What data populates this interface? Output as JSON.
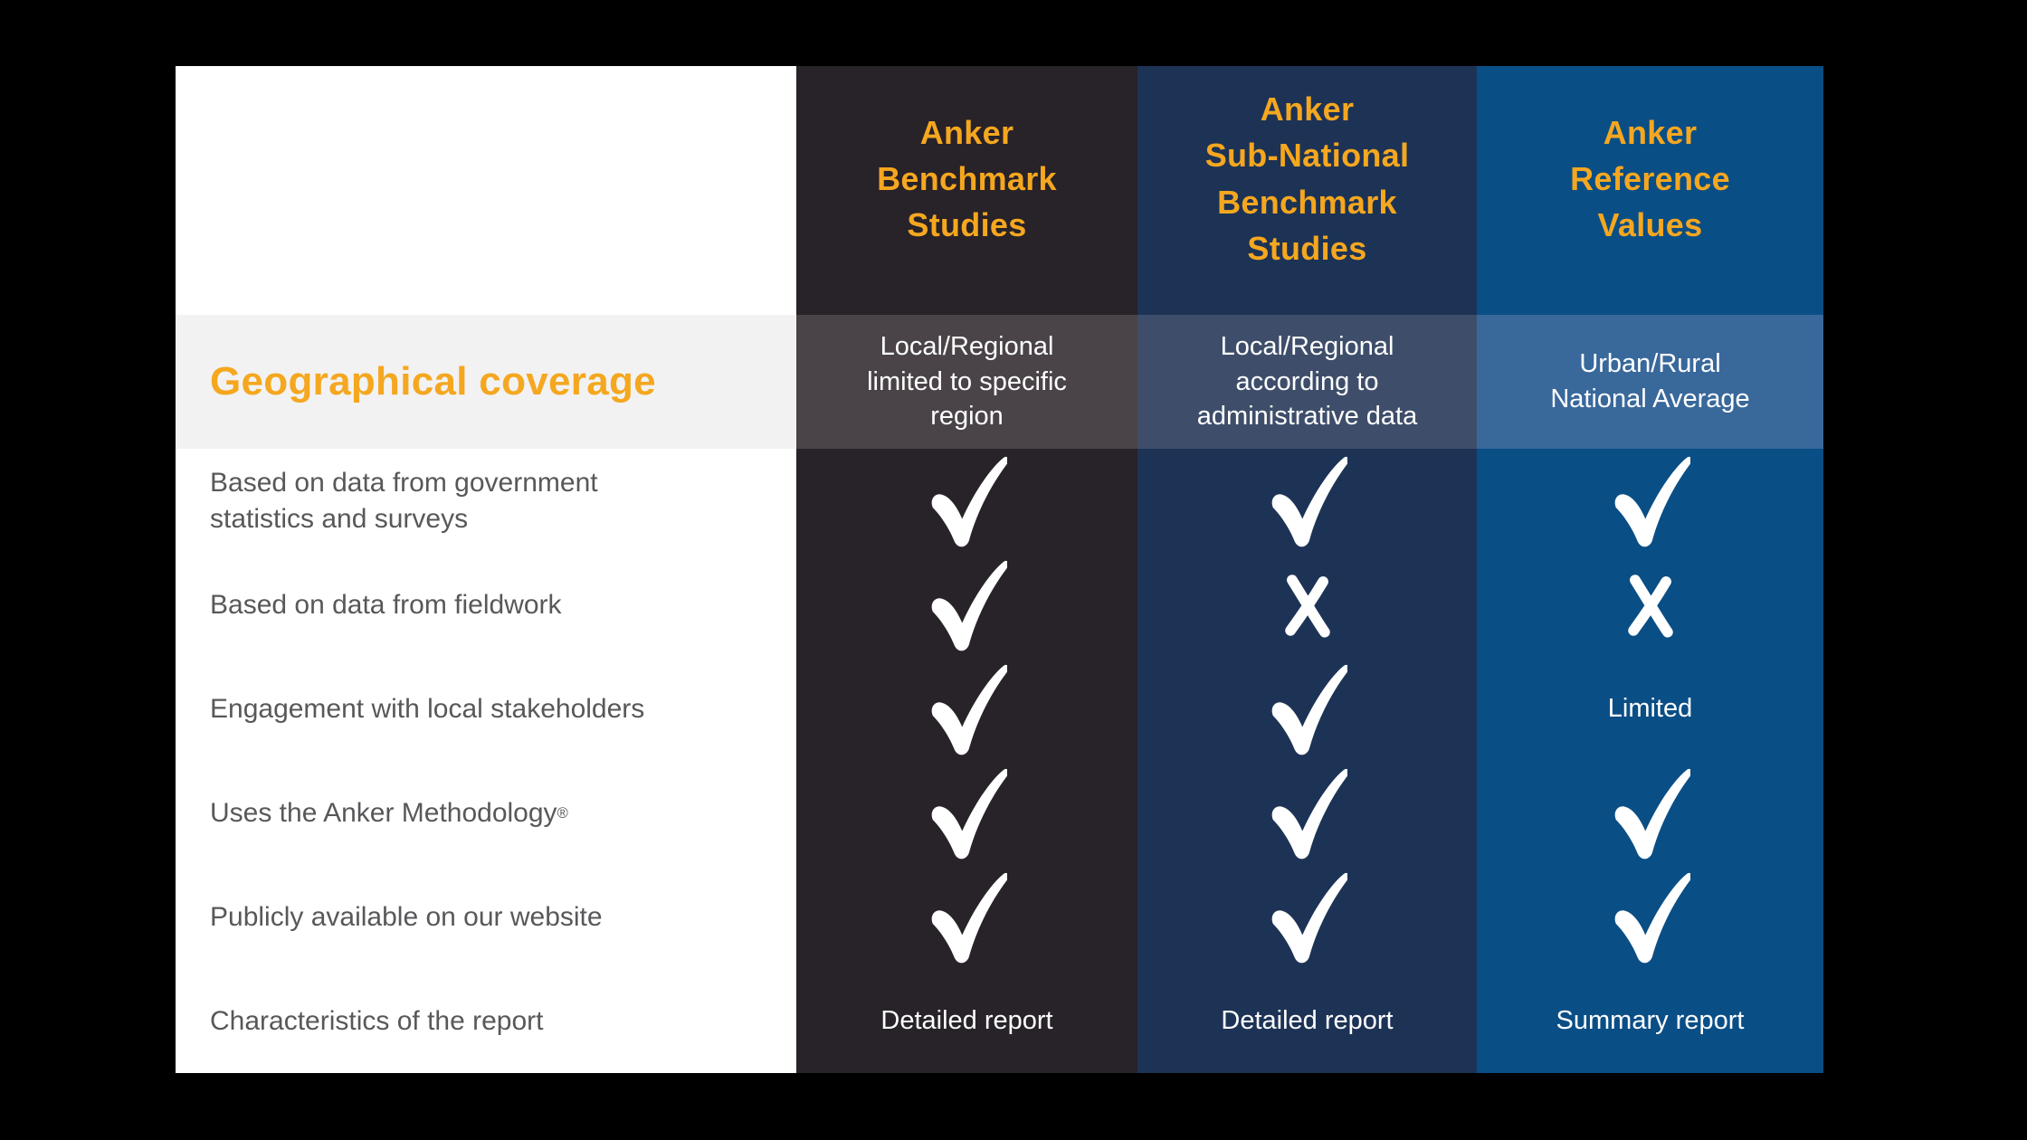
{
  "colors": {
    "page_background": "#000000",
    "accent_orange": "#f5a71f",
    "column_benchmark": "#282229",
    "column_subnational": "#1d3356",
    "column_reference": "#0a4e86",
    "geo_row_label_bg": "#f2f2f2",
    "geo_row_benchmark_bg": "#4a4448",
    "geo_row_subnational_bg": "#3e4e6a",
    "geo_row_reference_bg": "#39689b",
    "row_label_text": "#58585b",
    "cell_text": "#ffffff"
  },
  "table": {
    "columns": [
      {
        "title": "Anker\nBenchmark\nStudies"
      },
      {
        "title": "Anker\nSub-National\nBenchmark\nStudies"
      },
      {
        "title": "Anker\nReference\nValues"
      }
    ],
    "geo_row": {
      "label": "Geographical coverage",
      "cells": [
        "Local/Regional\nlimited to specific\nregion",
        "Local/Regional\naccording to\nadministrative data",
        "Urban/Rural\nNational Average"
      ]
    },
    "rows": [
      {
        "label": "Based on data from government\nstatistics and surveys",
        "suffix": "",
        "cells": [
          "check",
          "check",
          "check"
        ]
      },
      {
        "label": "Based on data from fieldwork",
        "suffix": "",
        "cells": [
          "check",
          "x",
          "x"
        ]
      },
      {
        "label": "Engagement with local stakeholders",
        "suffix": "",
        "cells": [
          "check",
          "check",
          "Limited"
        ]
      },
      {
        "label": "Uses the Anker Methodology",
        "suffix": "®",
        "cells": [
          "check",
          "check",
          "check"
        ]
      },
      {
        "label": "Publicly available on our website",
        "suffix": "",
        "cells": [
          "check",
          "check",
          "check"
        ]
      },
      {
        "label": "Characteristics of the report",
        "suffix": "",
        "cells": [
          "Detailed report",
          "Detailed report",
          "Summary report"
        ]
      }
    ]
  },
  "icons": {
    "check": "check-icon",
    "x": "x-icon"
  }
}
